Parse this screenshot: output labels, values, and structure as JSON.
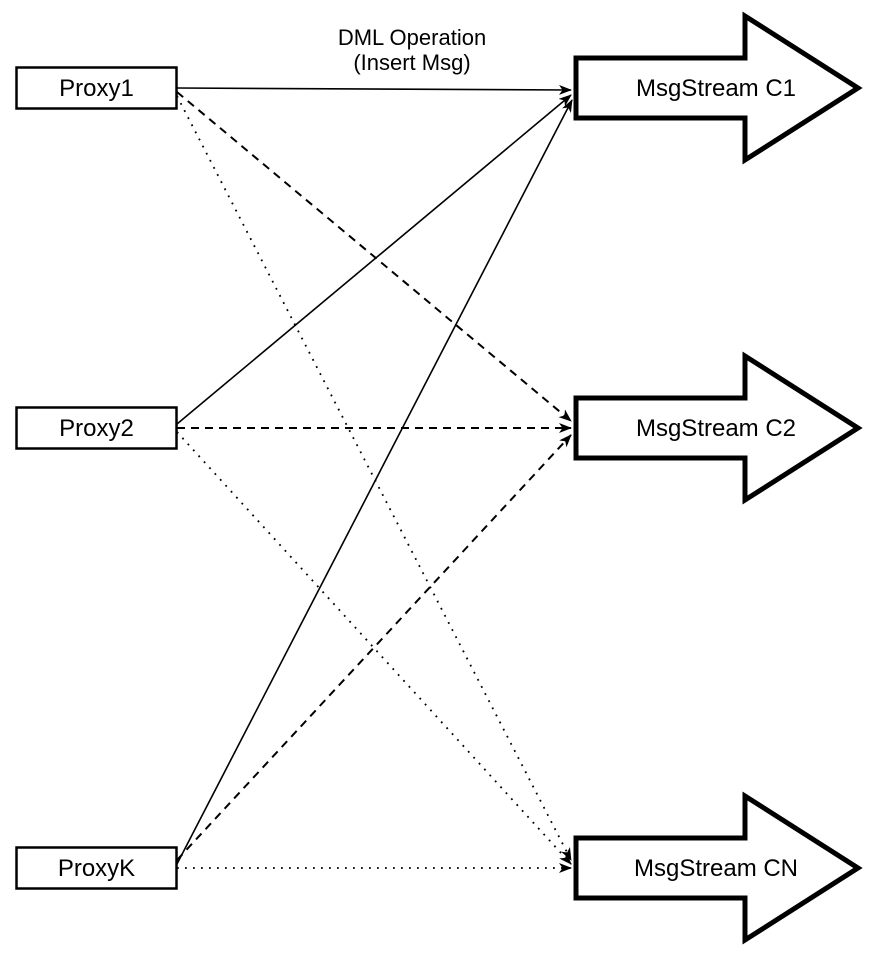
{
  "diagram": {
    "title": {
      "line1": "DML Operation",
      "line2": "(Insert Msg)"
    },
    "proxies": [
      {
        "id": "proxy1",
        "label": "Proxy1"
      },
      {
        "id": "proxy2",
        "label": "Proxy2"
      },
      {
        "id": "proxyk",
        "label": "ProxyK"
      }
    ],
    "streams": [
      {
        "id": "c1",
        "label": "MsgStream C1"
      },
      {
        "id": "c2",
        "label": "MsgStream C2"
      },
      {
        "id": "cn",
        "label": "MsgStream CN"
      }
    ],
    "edges": [
      {
        "from": "Proxy1",
        "to": "MsgStream C1",
        "style": "solid"
      },
      {
        "from": "Proxy2",
        "to": "MsgStream C1",
        "style": "solid"
      },
      {
        "from": "ProxyK",
        "to": "MsgStream C1",
        "style": "solid"
      },
      {
        "from": "Proxy1",
        "to": "MsgStream C2",
        "style": "dashed"
      },
      {
        "from": "Proxy2",
        "to": "MsgStream C2",
        "style": "dashed"
      },
      {
        "from": "ProxyK",
        "to": "MsgStream C2",
        "style": "dashed"
      },
      {
        "from": "Proxy1",
        "to": "MsgStream CN",
        "style": "dotted"
      },
      {
        "from": "Proxy2",
        "to": "MsgStream CN",
        "style": "dotted"
      },
      {
        "from": "ProxyK",
        "to": "MsgStream CN",
        "style": "dotted"
      }
    ],
    "colors": {
      "ink": "#000000",
      "background": "#ffffff"
    }
  }
}
